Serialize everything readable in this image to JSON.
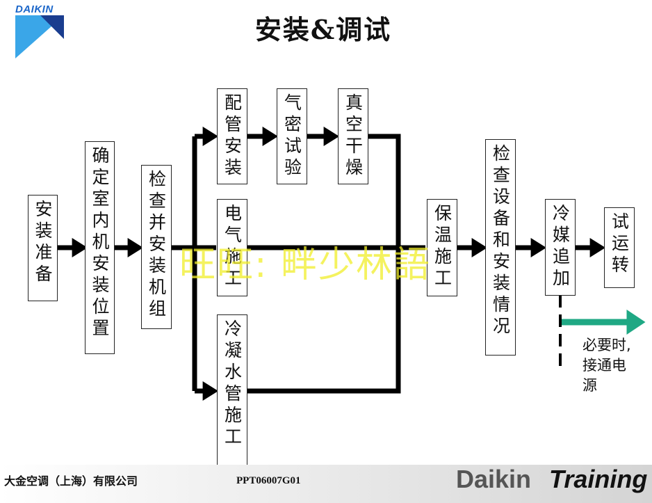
{
  "header": {
    "logo_text": "DAIKIN",
    "title": "安装&调试"
  },
  "flow": {
    "step_prepare": "安装准备",
    "step_position": "确定室内机安装位置",
    "step_inspect_unit": "检查并安装机组",
    "step_piping": "配管安装",
    "step_airtight": "气密试验",
    "step_vacuum": "真空干燥",
    "step_electrical": "电气施工",
    "step_drain": "冷凝水管施工",
    "step_insulation": "保温施工",
    "step_check": "检查设备和安装情况",
    "step_refrigerant": "冷媒追加",
    "step_test_run": "试运转",
    "note": "必要时,\n接通电\n源"
  },
  "watermark": "旺旺: 畔少林語",
  "footer": {
    "company": "大金空调（上海）有限公司",
    "code": "PPT06007G01",
    "brand": "Daikin",
    "training": "Training"
  },
  "colors": {
    "logo_blue": "#3aa6e8",
    "logo_text": "#1b66c9",
    "flow_line": "#000000",
    "note_arrow": "#1fa884",
    "watermark": "#f1ee2a"
  }
}
